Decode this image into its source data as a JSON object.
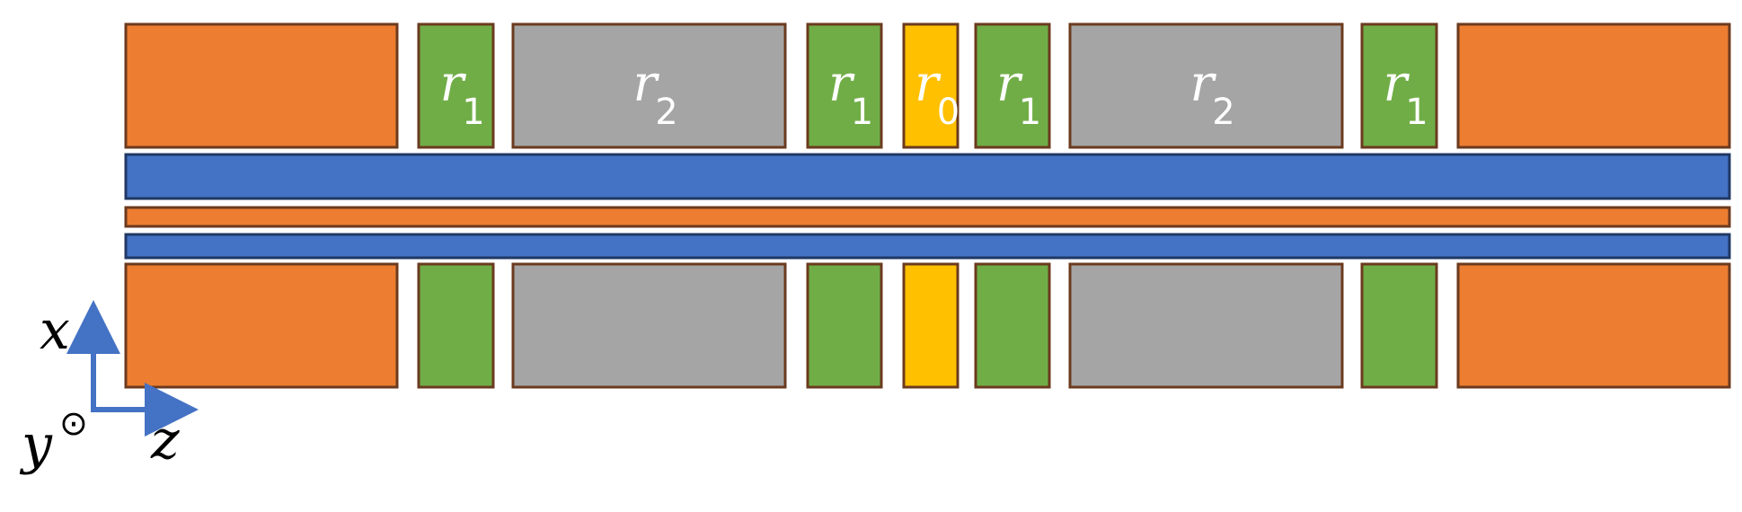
{
  "colors": {
    "electrode_orange": "#ED7D31",
    "r0_yellow": "#FFC000",
    "r1_green": "#70AD47",
    "r2_gray": "#A5A5A5",
    "layer_blue": "#4472C4",
    "segment_border": "#6B3A1E",
    "layer_border": "#1F3864",
    "axis_blue": "#4472C4"
  },
  "segments": [
    {
      "kind": "end-electrode",
      "label": "",
      "subscript": ""
    },
    {
      "kind": "r1-electrode",
      "label": "r",
      "subscript": "1"
    },
    {
      "kind": "r2-electrode",
      "label": "r",
      "subscript": "2"
    },
    {
      "kind": "r1-electrode",
      "label": "r",
      "subscript": "1"
    },
    {
      "kind": "r0-electrode",
      "label": "r",
      "subscript": "0"
    },
    {
      "kind": "r1-electrode",
      "label": "r",
      "subscript": "1"
    },
    {
      "kind": "r2-electrode",
      "label": "r",
      "subscript": "2"
    },
    {
      "kind": "r1-electrode",
      "label": "r",
      "subscript": "1"
    },
    {
      "kind": "end-electrode",
      "label": "",
      "subscript": ""
    }
  ],
  "layers": [
    {
      "kind": "blue-layer"
    },
    {
      "kind": "orange-layer"
    },
    {
      "kind": "blue-layer"
    }
  ],
  "axes": {
    "x_label": "x",
    "y_label": "y",
    "y_symbol": "⊙",
    "z_label": "z"
  }
}
